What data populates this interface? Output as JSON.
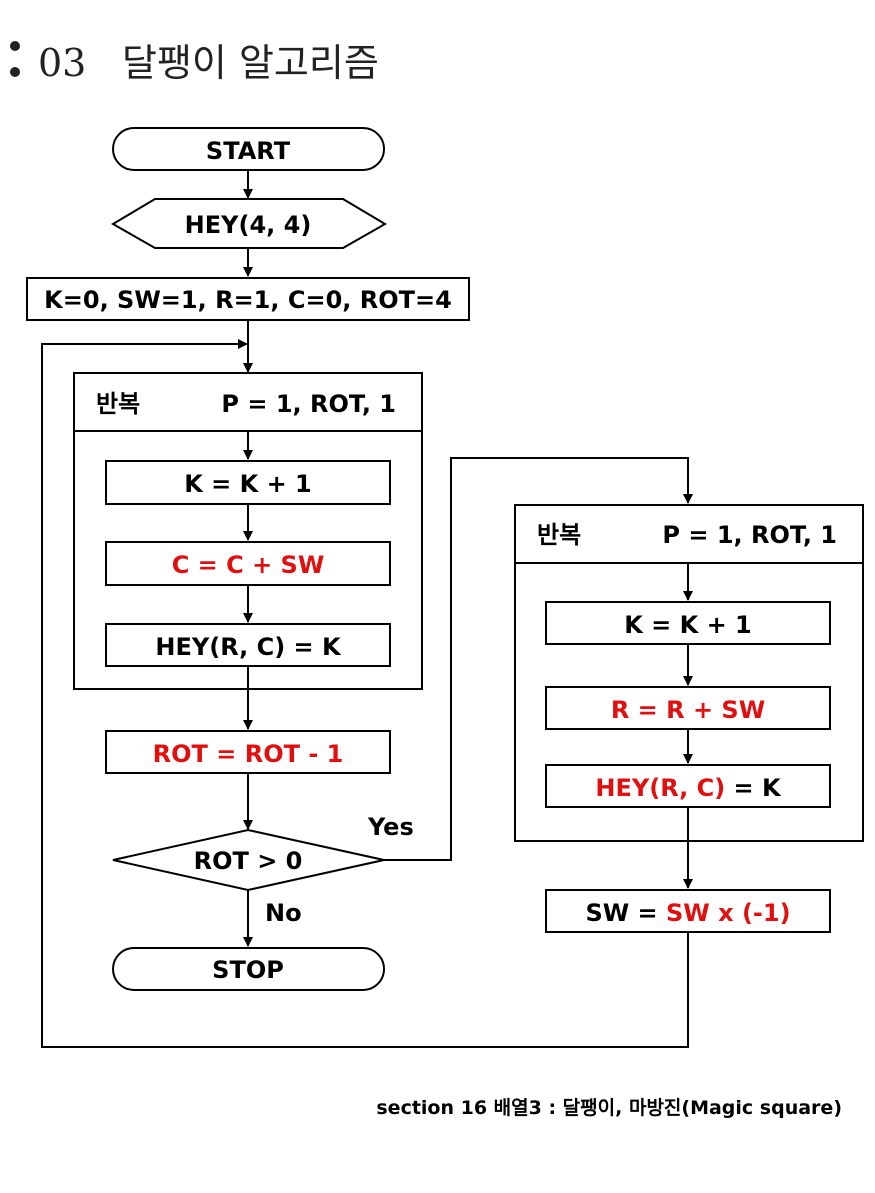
{
  "header": {
    "number": "03",
    "title": "달팽이 알고리즘"
  },
  "flowchart": {
    "start": "START",
    "hey_decl": "HEY(4, 4)",
    "init": "K=0, SW=1, R=1, C=0, ROT=4",
    "loop1": {
      "label": "반복",
      "range": "P = 1, ROT, 1"
    },
    "inc_k_1": "K = K + 1",
    "col_step": "C = C + SW",
    "assign_1": "HEY(R, C) = K",
    "rot_dec": "ROT = ROT - 1",
    "decision": "ROT > 0",
    "yes": "Yes",
    "no": "No",
    "stop": "STOP",
    "loop2": {
      "label": "반복",
      "range": "P = 1, ROT, 1"
    },
    "inc_k_2": "K = K + 1",
    "row_step": "R = R + SW",
    "assign_2_head": "HEY(R, C)",
    "assign_2_tail": " = K",
    "sw_head": "SW = ",
    "sw_tail": "SW x (-1)"
  },
  "caption": "section 16 배열3 : 달팽이, 마방진(Magic square)",
  "colors": {
    "highlight": "#e01010",
    "stroke": "#000000"
  }
}
